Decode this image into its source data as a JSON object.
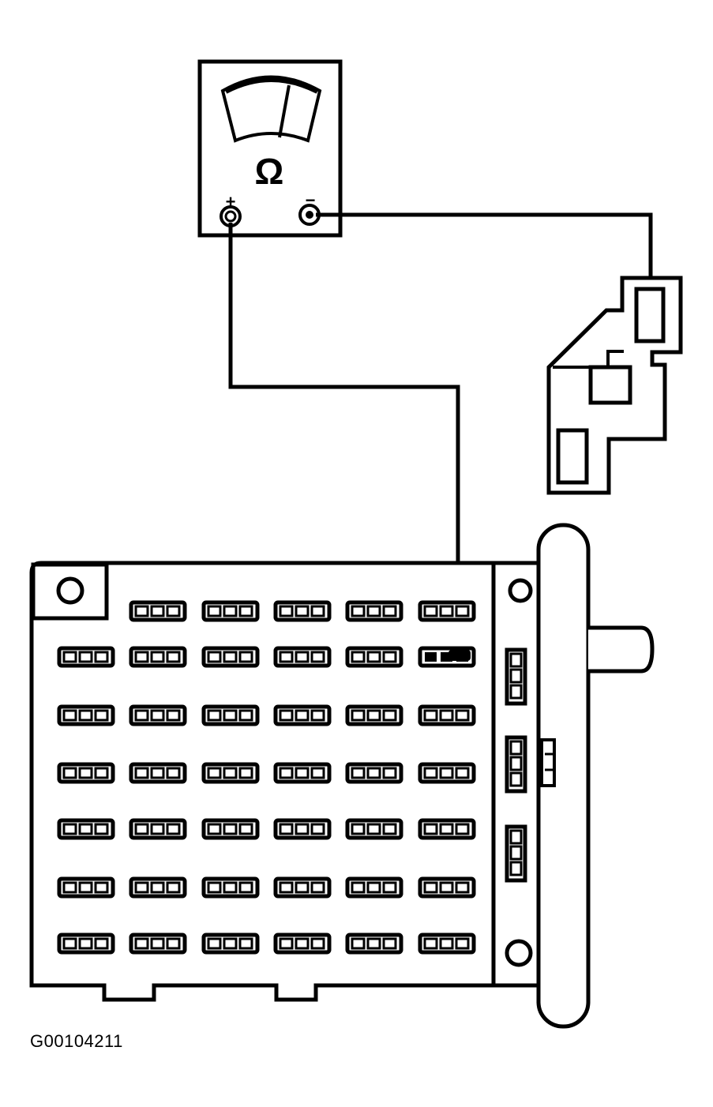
{
  "figure_id": "G00104211",
  "meter": {
    "symbol": "Ω",
    "positive_label": "+",
    "negative_label": "−"
  },
  "fuse_panel": {
    "top_row_slots": 5,
    "rows": 6,
    "columns": 6,
    "side_slot_groups": 3,
    "tested_cavity": "row 2, column 6"
  },
  "icons": [
    "ohmmeter-icon",
    "connector-icon",
    "fuse-panel-icon"
  ],
  "colors": {
    "ink": "#000000",
    "background": "#ffffff"
  }
}
